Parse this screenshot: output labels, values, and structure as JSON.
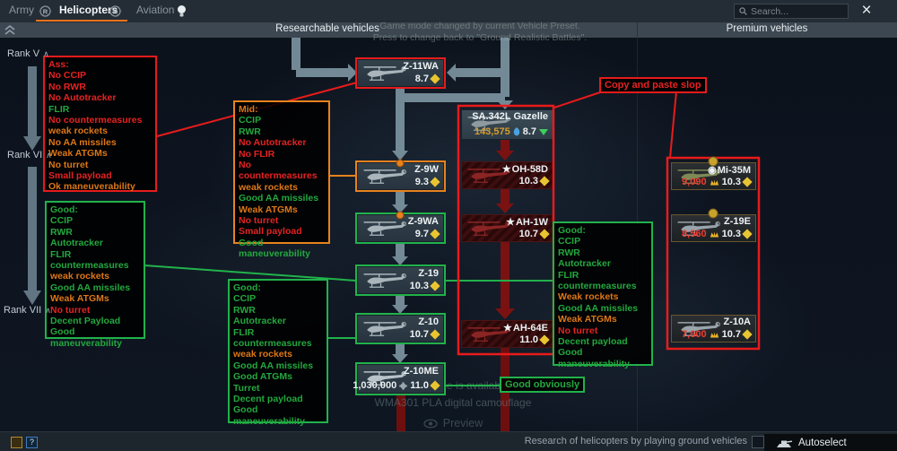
{
  "topbar": {
    "tabs": [
      {
        "label": "Army"
      },
      {
        "label": "Helicopters"
      },
      {
        "label": "Aviation"
      }
    ],
    "search_placeholder": "Search...",
    "close_label": "×"
  },
  "headers": {
    "researchable": "Researchable vehicles",
    "premium": "Premium vehicles"
  },
  "game_mode_toast": {
    "line1": "Game mode changed by current Vehicle Preset.",
    "line2": "Press to change back to \"Ground Realistic Battles\"."
  },
  "ranks": [
    {
      "label": "Rank V",
      "chevron": "∧"
    },
    {
      "label": "Rank VI",
      "chevron": "∧"
    },
    {
      "label": "Rank VII",
      "chevron": "∧"
    }
  ],
  "tree": {
    "main": [
      {
        "name": "Z-11WA",
        "br": "8.7",
        "state": "research",
        "outline": "red",
        "sil": "#a9b5bb"
      },
      {
        "name": "Z-9W",
        "br": "9.3",
        "state": "research",
        "outline": "orange",
        "sil": "#a9b5bb"
      },
      {
        "name": "Z-9WA",
        "br": "9.7",
        "state": "research",
        "outline": "green",
        "sil": "#a9b5bb"
      },
      {
        "name": "Z-19",
        "br": "10.3",
        "state": "research",
        "outline": "green",
        "sil": "#a9b5bb"
      },
      {
        "name": "Z-10",
        "br": "10.7",
        "state": "research",
        "outline": "green",
        "sil": "#a9b5bb"
      },
      {
        "name": "Z-10ME",
        "br": "11.0",
        "rp": "1,030,000",
        "state": "research",
        "outline": "green",
        "sil": "#b8c2c8"
      }
    ],
    "second": [
      {
        "name": "SA.342L Gazelle",
        "br": "8.7",
        "sl": "143,575",
        "state": "researching",
        "sil": "#8f9aa0"
      },
      {
        "name": "OH-58D",
        "prefix": "★",
        "br": "10.3",
        "state": "locked",
        "sil": "#8b2424"
      },
      {
        "name": "AH-1W",
        "prefix": "★",
        "br": "10.7",
        "state": "locked",
        "sil": "#8b2424"
      },
      {
        "name": "AH-64E",
        "prefix": "★",
        "br": "11.0",
        "state": "locked",
        "sil": "#8b2424"
      }
    ],
    "premium": [
      {
        "name": "Mi-35M",
        "prefix": "◉",
        "br": "10.3",
        "ge": "9,090",
        "state": "premium",
        "sil": "#7d8a56"
      },
      {
        "name": "Z-19E",
        "br": "10.3",
        "ge": "8,560",
        "state": "premium",
        "sil": "#9aa4ad"
      },
      {
        "name": "Z-10A",
        "br": "10.7",
        "ge": "7,600",
        "state": "premium",
        "sil": "#9aa4ad"
      }
    ]
  },
  "notes": [
    {
      "id": "note-z11wa",
      "border": "#e81b1b",
      "lines": [
        {
          "text": "Ass:",
          "color": "red"
        },
        {
          "text": "No CCIP",
          "color": "red"
        },
        {
          "text": "No RWR",
          "color": "red"
        },
        {
          "text": "No Autotracker",
          "color": "red"
        },
        {
          "text": "FLIR",
          "color": "green"
        },
        {
          "text": "No countermeasures",
          "color": "red"
        },
        {
          "text": "weak rockets",
          "color": "orange"
        },
        {
          "text": "No AA missiles",
          "color": "orange"
        },
        {
          "text": "Weak ATGMs",
          "color": "orange"
        },
        {
          "text": "No turret",
          "color": "orange"
        },
        {
          "text": "Small payload",
          "color": "red"
        },
        {
          "text": "Ok maneuverability",
          "color": "orange"
        }
      ]
    },
    {
      "id": "note-z9w",
      "border": "#e8821e",
      "lines": [
        {
          "text": "Mid:",
          "color": "orange"
        },
        {
          "text": "CCIP",
          "color": "green"
        },
        {
          "text": "RWR",
          "color": "green"
        },
        {
          "text": "No Autotracker",
          "color": "red"
        },
        {
          "text": "No FLIR",
          "color": "red"
        },
        {
          "text": "No countermeasures",
          "color": "red"
        },
        {
          "text": "weak rockets",
          "color": "orange"
        },
        {
          "text": "Good AA missiles",
          "color": "green"
        },
        {
          "text": "Weak ATGMs",
          "color": "orange"
        },
        {
          "text": "No turret",
          "color": "red"
        },
        {
          "text": "Small payload",
          "color": "red"
        },
        {
          "text": "Good maneuverability",
          "color": "green"
        }
      ]
    },
    {
      "id": "note-z9wa",
      "border": "#21b24b",
      "lines": [
        {
          "text": "Good:",
          "color": "green"
        },
        {
          "text": "CCIP",
          "color": "green"
        },
        {
          "text": "RWR",
          "color": "green"
        },
        {
          "text": "Autotracker",
          "color": "green"
        },
        {
          "text": "FLIR",
          "color": "green"
        },
        {
          "text": "countermeasures",
          "color": "green"
        },
        {
          "text": "weak rockets",
          "color": "orange"
        },
        {
          "text": "Good AA missiles",
          "color": "green"
        },
        {
          "text": "Weak ATGMs",
          "color": "orange"
        },
        {
          "text": "No turret",
          "color": "red"
        },
        {
          "text": "Decent Payload",
          "color": "green"
        },
        {
          "text": "Good maneuverability",
          "color": "green"
        }
      ]
    },
    {
      "id": "note-z10",
      "border": "#21b24b",
      "lines": [
        {
          "text": "Good:",
          "color": "green"
        },
        {
          "text": "CCIP",
          "color": "green"
        },
        {
          "text": "RWR",
          "color": "green"
        },
        {
          "text": "Autotracker",
          "color": "green"
        },
        {
          "text": "FLIR",
          "color": "green"
        },
        {
          "text": "countermeasures",
          "color": "green"
        },
        {
          "text": "weak rockets",
          "color": "orange"
        },
        {
          "text": "Good AA missiles",
          "color": "green"
        },
        {
          "text": "Good ATGMs",
          "color": "green"
        },
        {
          "text": "Turret",
          "color": "green"
        },
        {
          "text": "Decent payload",
          "color": "green"
        },
        {
          "text": "Good maneuverability",
          "color": "green"
        }
      ]
    },
    {
      "id": "note-z19",
      "border": "#21b24b",
      "lines": [
        {
          "text": "Good:",
          "color": "green"
        },
        {
          "text": "CCIP",
          "color": "green"
        },
        {
          "text": "RWR",
          "color": "green"
        },
        {
          "text": "Autotracker",
          "color": "green"
        },
        {
          "text": "FLIR",
          "color": "green"
        },
        {
          "text": "countermeasures",
          "color": "green"
        },
        {
          "text": "Weak rockets",
          "color": "orange"
        },
        {
          "text": "Good AA missiles",
          "color": "green"
        },
        {
          "text": "Weak ATGMs",
          "color": "orange"
        },
        {
          "text": "No turret",
          "color": "red"
        },
        {
          "text": "Decent payload",
          "color": "green"
        },
        {
          "text": "Good maneuverability",
          "color": "green"
        }
      ]
    }
  ],
  "labels": {
    "copy_paste": "Copy and paste slop",
    "good_obviously": "Good obviously"
  },
  "camo_toast": {
    "line1": "camouflage is available",
    "line2": "WMA301 PLA digital camouflage",
    "preview": "Preview"
  },
  "bottombar": {
    "research_label": "Research of helicopters by playing ground vehicles",
    "autoselect": "Autoselect"
  },
  "colors": {
    "accent_orange": "#e8731e",
    "highlight_red": "#e81b1b",
    "highlight_orange": "#e8821e",
    "highlight_green": "#21b24b",
    "teal_arrow": "#7e96a3",
    "locked_red": "#7a1212",
    "gold": "#e8b32a"
  }
}
